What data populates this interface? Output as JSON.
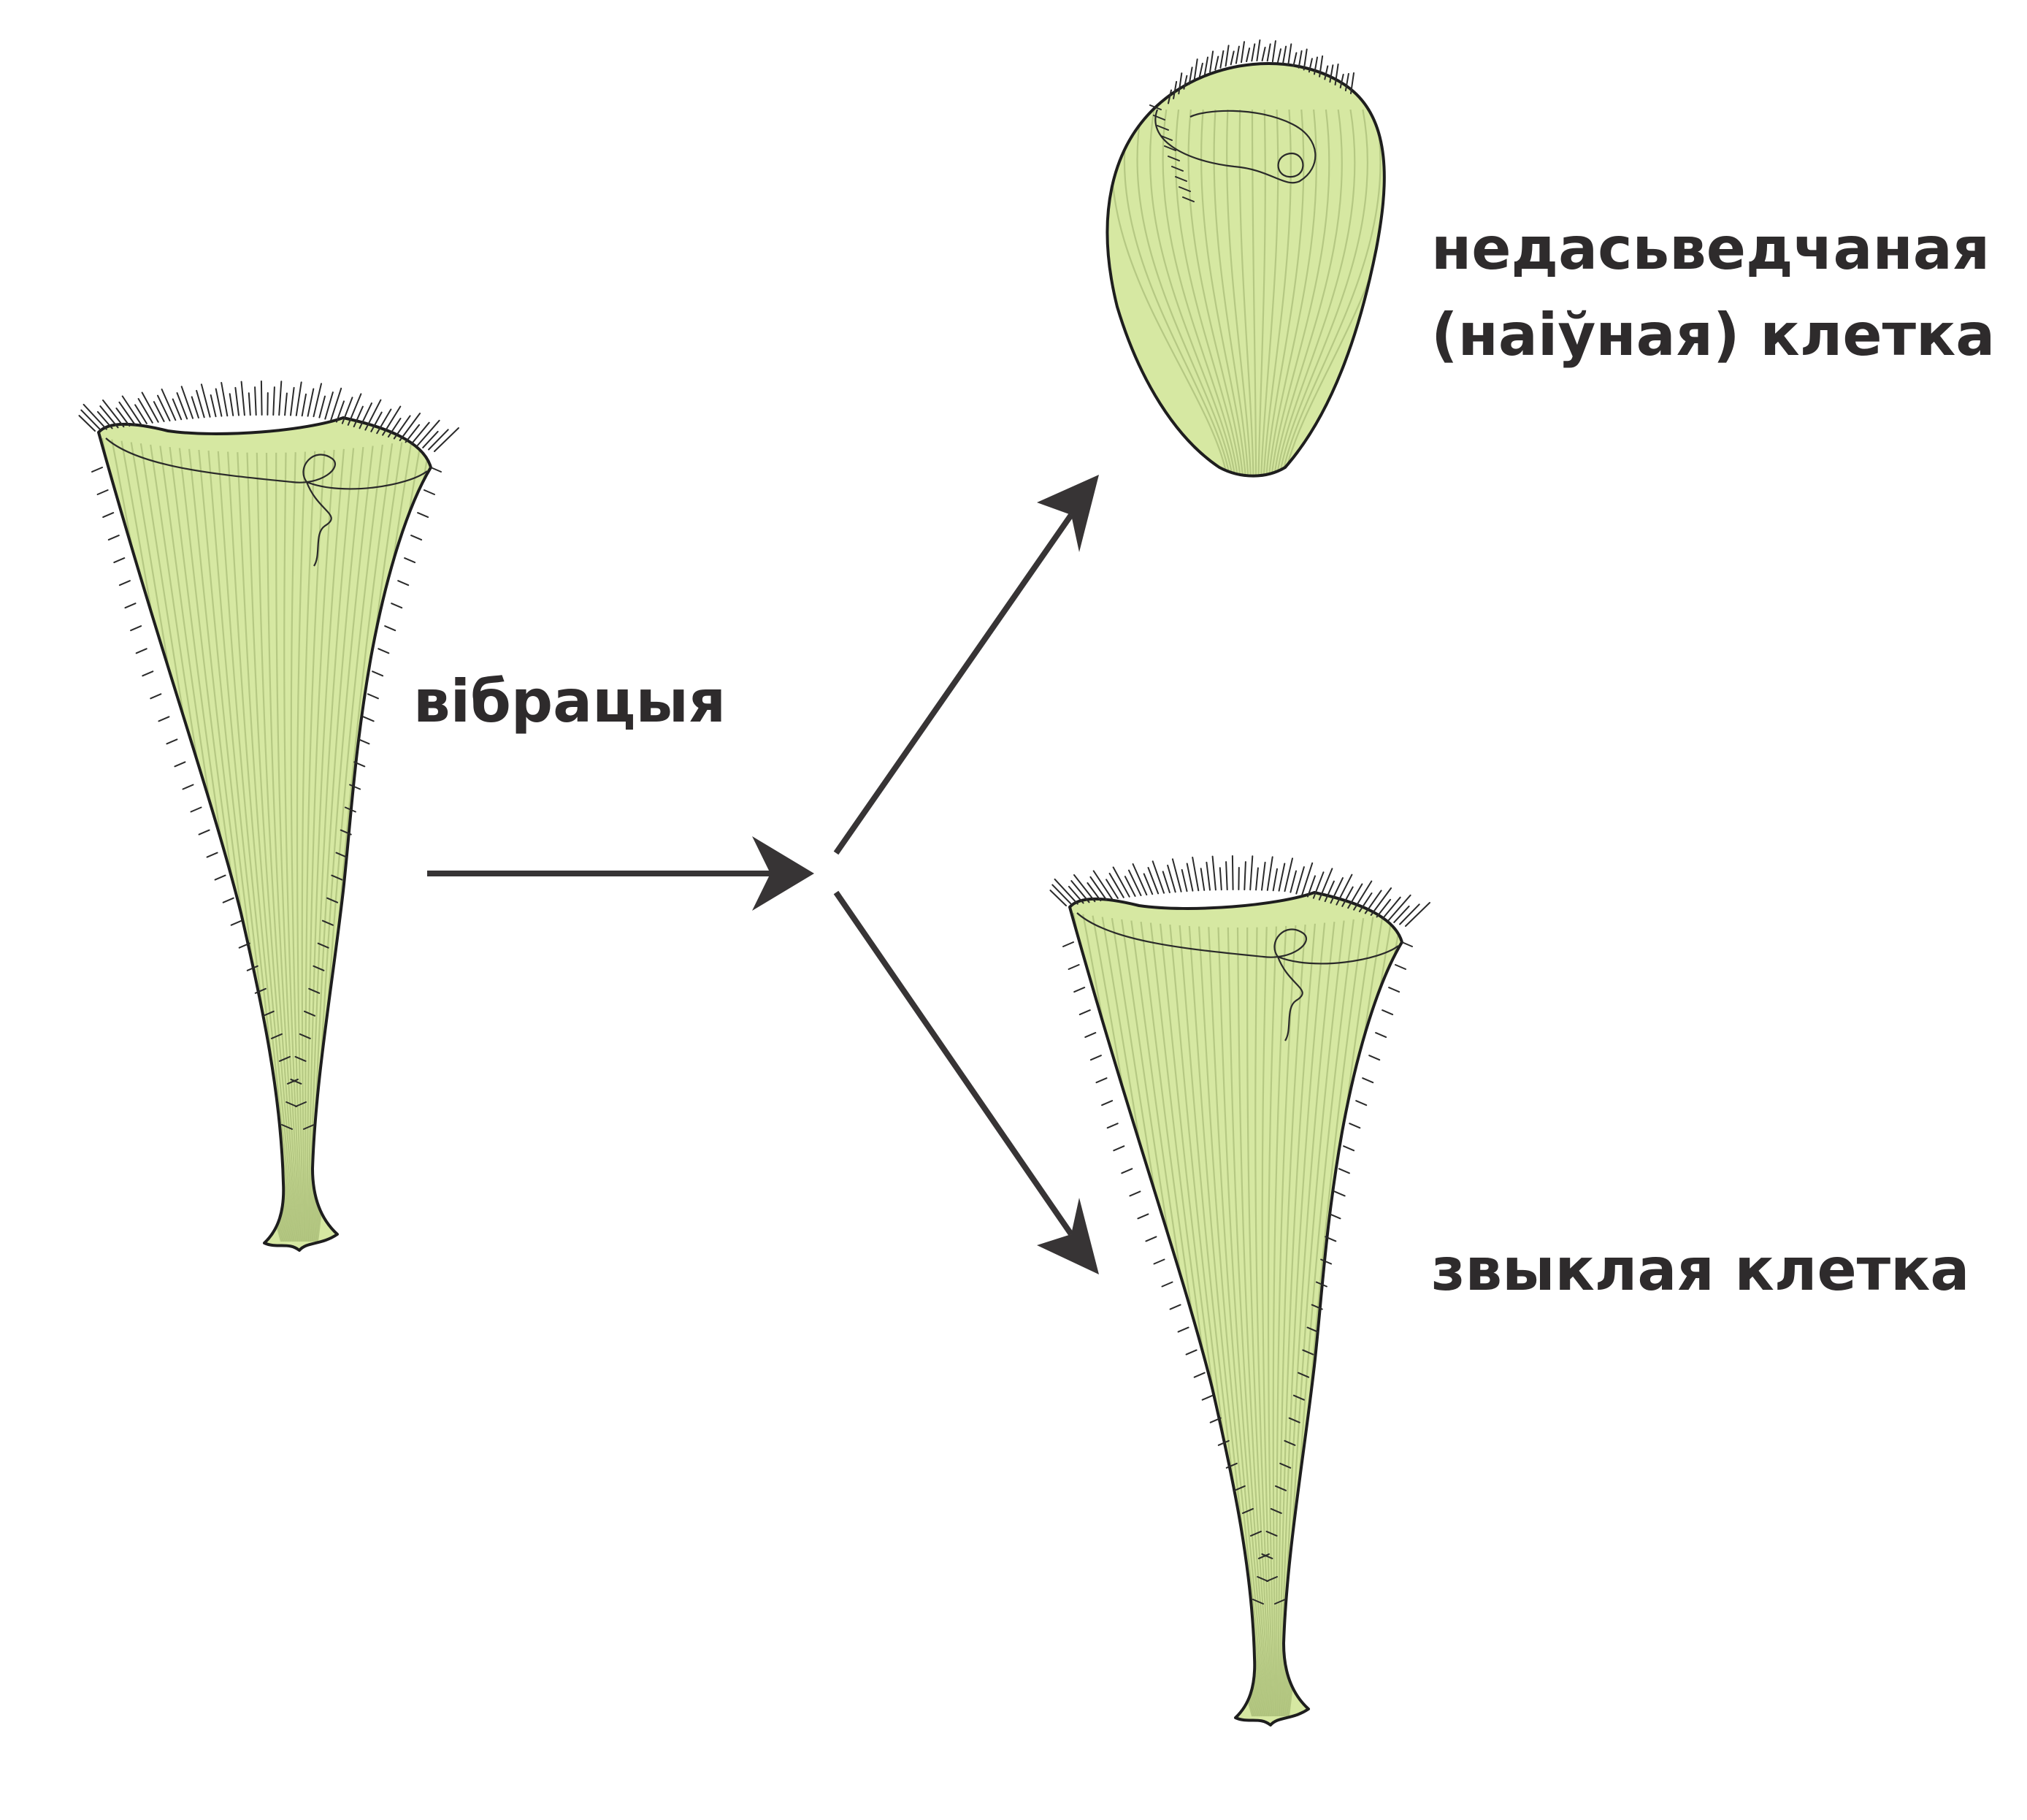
{
  "labels": {
    "vibration": "вібрацыя",
    "naive_cell_line1": "недасьведчаная",
    "naive_cell_line2": "(наіўная) клетка",
    "habituated_cell": "звыклая клетка"
  },
  "colors": {
    "cell_fill": "#d6e8a2",
    "cell_outline": "#1e1e1e",
    "arrow": "#373435",
    "text": "#2e2b2c",
    "background": "#ffffff"
  },
  "icons": {
    "stimulus_cell": "extended-trumpet-cell-icon",
    "naive_cell": "contracted-oval-cell-icon",
    "habituated_cell": "extended-trumpet-cell-icon"
  }
}
